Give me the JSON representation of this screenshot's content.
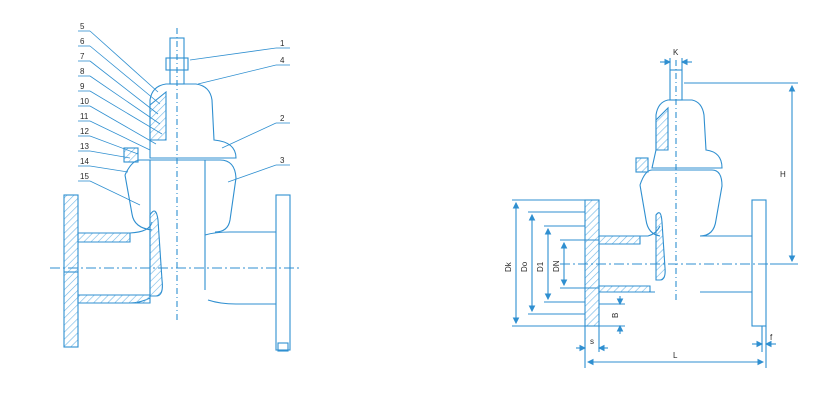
{
  "colors": {
    "line": "#2f8fd0",
    "hatch": "#6fb6e6",
    "text": "#2a2a2a"
  },
  "section_view": {
    "callouts": [
      {
        "label": "5"
      },
      {
        "label": "6"
      },
      {
        "label": "7"
      },
      {
        "label": "8"
      },
      {
        "label": "9"
      },
      {
        "label": "10"
      },
      {
        "label": "11"
      },
      {
        "label": "12"
      },
      {
        "label": "13"
      },
      {
        "label": "14"
      },
      {
        "label": "15"
      }
    ],
    "right_callouts": [
      {
        "label": "1"
      },
      {
        "label": "4"
      },
      {
        "label": "2"
      },
      {
        "label": "3"
      }
    ]
  },
  "dimension_view": {
    "dims": {
      "k": "K",
      "h": "H",
      "dk": "Dk",
      "do": "Do",
      "d1": "D1",
      "dn": "DN",
      "b": "B",
      "s": "s",
      "f": "f",
      "l": "L"
    }
  }
}
